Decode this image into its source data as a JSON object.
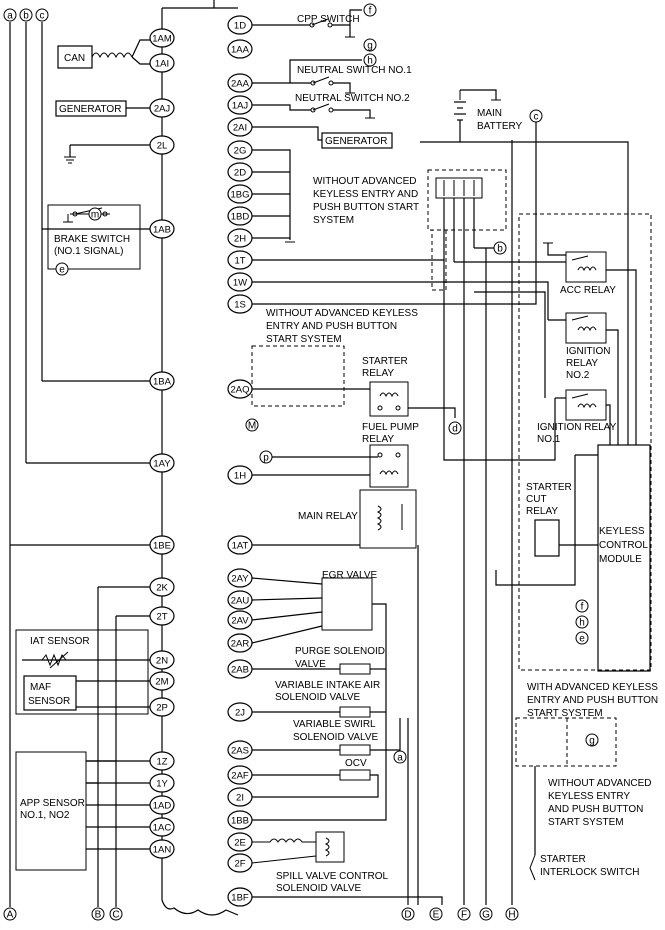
{
  "left_pins": [
    "1AM",
    "1AI",
    "2AJ",
    "2L",
    "1AB",
    "1BA",
    "1AY",
    "1BE",
    "2K",
    "2T",
    "2N",
    "2M",
    "2P",
    "1Z",
    "1Y",
    "1AD",
    "1AC",
    "1AN"
  ],
  "right_pins": [
    "1D",
    "1AA",
    "2AA",
    "1AJ",
    "2AI",
    "2G",
    "2D",
    "1BG",
    "1BD",
    "2H",
    "1T",
    "1W",
    "1S",
    "2AQ",
    "1H",
    "1AT",
    "2AY",
    "2AU",
    "2AV",
    "2AR",
    "2AB",
    "2J",
    "2AS",
    "2AF",
    "2I",
    "1BB",
    "2E",
    "2F",
    "1BF"
  ],
  "top_connectors": [
    "a",
    "b",
    "c"
  ],
  "bottom_connectors": [
    "A",
    "B",
    "C",
    "D",
    "E",
    "F",
    "G",
    "H"
  ],
  "circle_refs": [
    "f",
    "g",
    "h",
    "m",
    "e",
    "d",
    "b",
    "c",
    "p",
    "M",
    "a"
  ],
  "labels": {
    "can": "CAN",
    "generator_left": "GENERATOR",
    "generator_right": "GENERATOR",
    "brake_switch_1": "BRAKE SWITCH",
    "brake_switch_2": "(NO.1 SIGNAL)",
    "iat_sensor": "IAT SENSOR",
    "maf_sensor_1": "MAF",
    "maf_sensor_2": "SENSOR",
    "app_sensor_1": "APP SENSOR",
    "app_sensor_2": "NO.1, NO2",
    "cpp_switch": "CPP SWITCH",
    "neutral_switch_1": "NEUTRAL SWITCH NO.1",
    "neutral_switch_2": "NEUTRAL SWITCH NO.2",
    "main_battery_1": "MAIN",
    "main_battery_2": "BATTERY",
    "without_akes_1": "WITHOUT ADVANCED",
    "without_akes_2": "KEYLESS ENTRY AND",
    "without_akes_3": "PUSH BUTTON START",
    "without_akes_4": "SYSTEM",
    "without_akes_b1": "WITHOUT ADVANCED KEYLESS",
    "without_akes_b2": "ENTRY AND PUSH BUTTON",
    "without_akes_b3": "START SYSTEM",
    "acc_relay": "ACC RELAY",
    "ignition_relay_2a": "IGNITION",
    "ignition_relay_2b": "RELAY",
    "ignition_relay_2c": "NO.2",
    "ignition_relay_1a": "IGNITION RELAY",
    "ignition_relay_1b": "NO.1",
    "starter_relay_1": "STARTER",
    "starter_relay_2": "RELAY",
    "fuel_pump_relay_1": "FUEL PUMP",
    "fuel_pump_relay_2": "RELAY",
    "main_relay": "MAIN RELAY",
    "starter_cut_1": "STARTER",
    "starter_cut_2": "CUT",
    "starter_cut_3": "RELAY",
    "keyless_1": "KEYLESS",
    "keyless_2": "CONTROL",
    "keyless_3": "MODULE",
    "egr_valve": "EGR VALVE",
    "purge_1": "PURGE SOLENOID",
    "purge_2": "VALVE",
    "via_1": "VARIABLE INTAKE AIR",
    "via_2": "SOLENOID VALVE",
    "swirl_1": "VARIABLE SWIRL",
    "swirl_2": "SOLENOID VALVE",
    "ocv": "OCV",
    "spill_1": "SPILL VALVE CONTROL",
    "spill_2": "SOLENOID VALVE",
    "with_akes_1": "WITH ADVANCED KEYLESS",
    "with_akes_2": "ENTRY AND PUSH BUTTON",
    "with_akes_3": "START SYSTEM",
    "without_akes_c1": "WITHOUT ADVANCED",
    "without_akes_c2": "KEYLESS ENTRY",
    "without_akes_c3": "AND PUSH BUTTON",
    "without_akes_c4": "START SYSTEM",
    "starter_interlock_1": "STARTER",
    "starter_interlock_2": "INTERLOCK SWITCH"
  }
}
